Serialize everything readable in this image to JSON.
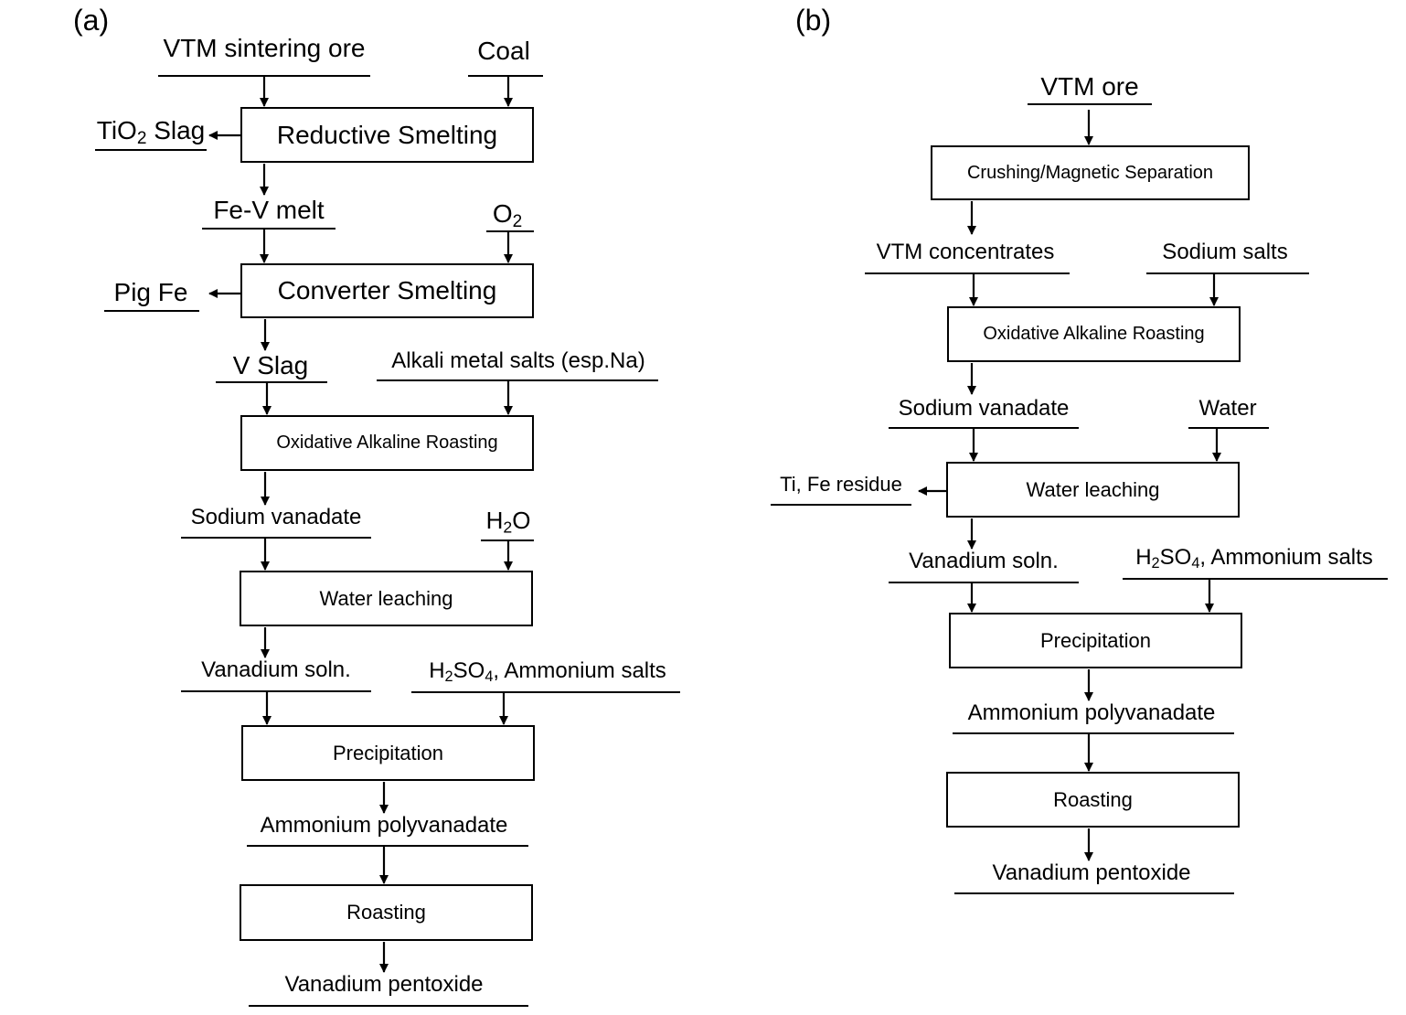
{
  "panels": {
    "a": {
      "label": "(a)",
      "inputs": {
        "vtm_sintering_ore": "VTM sintering ore",
        "coal": "Coal",
        "fe_v_melt": "Fe-V melt",
        "o2": {
          "main": "O",
          "sub": "2"
        },
        "v_slag": "V Slag",
        "alkali_salts": "Alkali  metal salts (esp.Na)",
        "sodium_vanadate": "Sodium vanadate",
        "h2o": {
          "pre": "H",
          "sub": "2",
          "post": "O"
        },
        "vanadium_soln": "Vanadium  soln.",
        "h2so4_ammonium": {
          "pre": "H",
          "sub1": "2",
          "mid": "SO",
          "sub2": "4",
          "post": ", Ammonium salts"
        },
        "ammonium_polyvanadate": "Ammonium  polyvanadate",
        "vanadium_pentoxide": "Vanadium  pentoxide"
      },
      "outputs": {
        "tio2_slag": {
          "pre": "TiO",
          "sub": "2",
          "post": " Slag"
        },
        "pig_fe": "Pig Fe"
      },
      "steps": {
        "reductive_smelting": "Reductive Smelting",
        "converter_smelting": "Converter Smelting",
        "oxidative_roasting": "Oxidative Alkaline Roasting",
        "water_leaching": "Water leaching",
        "precipitation": "Precipitation",
        "roasting": "Roasting"
      }
    },
    "b": {
      "label": "(b)",
      "inputs": {
        "vtm_ore": "VTM ore",
        "vtm_concentrates": "VTM concentrates",
        "sodium_salts": "Sodium salts",
        "sodium_vanadate": "Sodium vanadate",
        "water": "Water",
        "vanadium_soln": "Vanadium  soln.",
        "h2so4_ammonium": {
          "pre": "H",
          "sub1": "2",
          "mid": "SO",
          "sub2": "4",
          "post": ", Ammonium salts"
        },
        "ammonium_polyvanadate": "Ammonium  polyvanadate",
        "vanadium_pentoxide": "Vanadium  pentoxide"
      },
      "outputs": {
        "ti_fe_residue": "Ti, Fe residue"
      },
      "steps": {
        "crushing": "Crushing/Magnetic Separation",
        "oxidative_roasting": "Oxidative Alkaline Roasting",
        "water_leaching": "Water leaching",
        "precipitation": "Precipitation",
        "roasting": "Roasting"
      }
    }
  }
}
